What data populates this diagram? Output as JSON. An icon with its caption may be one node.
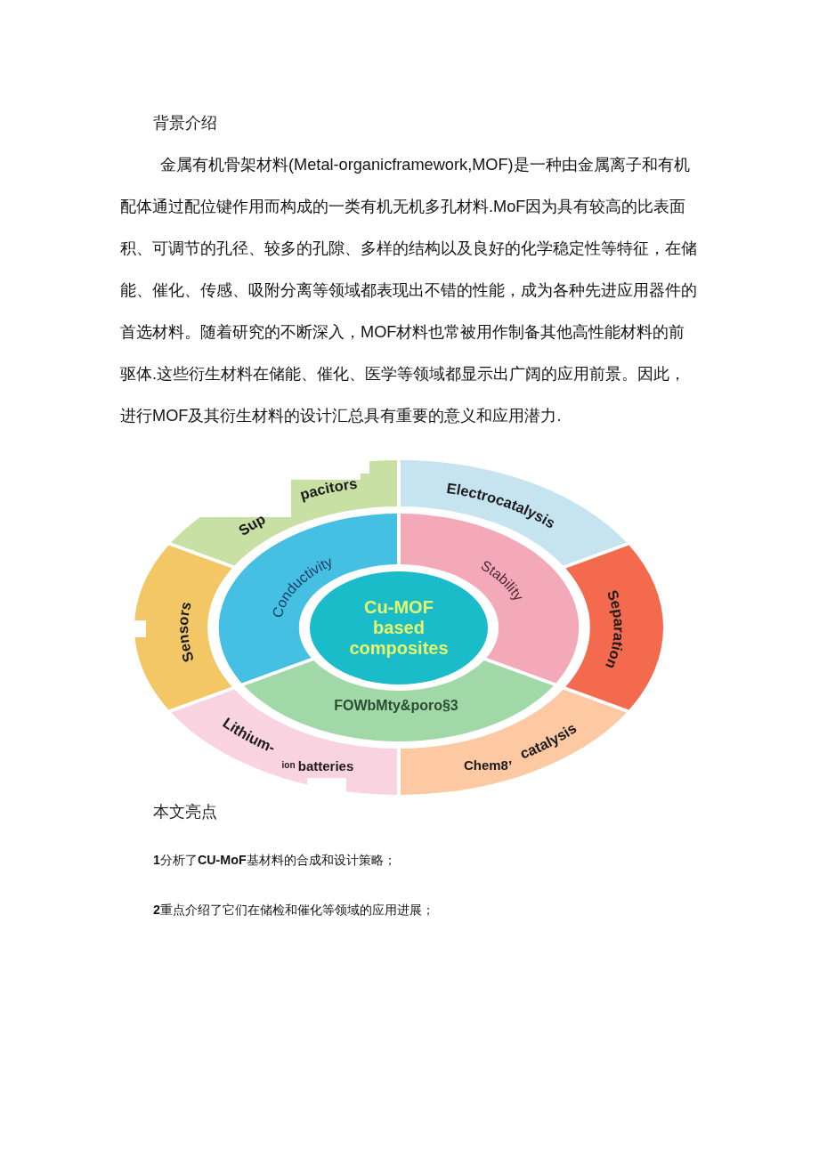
{
  "diagram": {
    "nodes": [
      {
        "text": [
          "Sup",
          "pacitors"
        ]
      },
      {
        "text": [
          "Electrocatalysis"
        ]
      },
      {
        "text": [
          "Conductivity"
        ]
      },
      {
        "text": [
          "Stability"
        ]
      },
      {
        "text": [
          "Sensors"
        ]
      },
      {
        "text": [
          "Cu-MOF based composites"
        ]
      },
      {
        "text": [
          "Separation"
        ]
      },
      {
        "text": [
          "FOWbMty&poro§3"
        ]
      },
      {
        "text": [
          "Lithium-",
          "ion",
          "batteries"
        ]
      },
      {
        "text": [
          "Chem8’",
          "catalysis"
        ]
      }
    ],
    "labels": [
      "背景介绍",
      "金属有机骨架材料(Metal-organicframework,MOF)是一种由金属离子和有机配体通过配位键作用而构成的一类有机无机多孔材料.MoF因为具有较高的比表面积、可调节的孔径、较多的孔隙、多样的结构以及良好的化学稳定性等特征，在储能、催化、传感、吸附分离等领域都表现出不错的性能，成为各种先进应用器件的首选材料。随着研究的不断深入，MOF材料也常被用作制备其他高性能材料的前驱体.这些衍生材料在储能、催化、医学等领域都显示出广阔的应用前景。因此，进行MOF及其衍生材料的设计汇总具有重要的意义和应用潜力.",
      "本文亮点",
      "**1**分析了**CU-MoF**基材料的合成和设计策略；",
      "**2**重点介绍了它们在储检和催化等领域的应用进展；"
    ]
  }
}
